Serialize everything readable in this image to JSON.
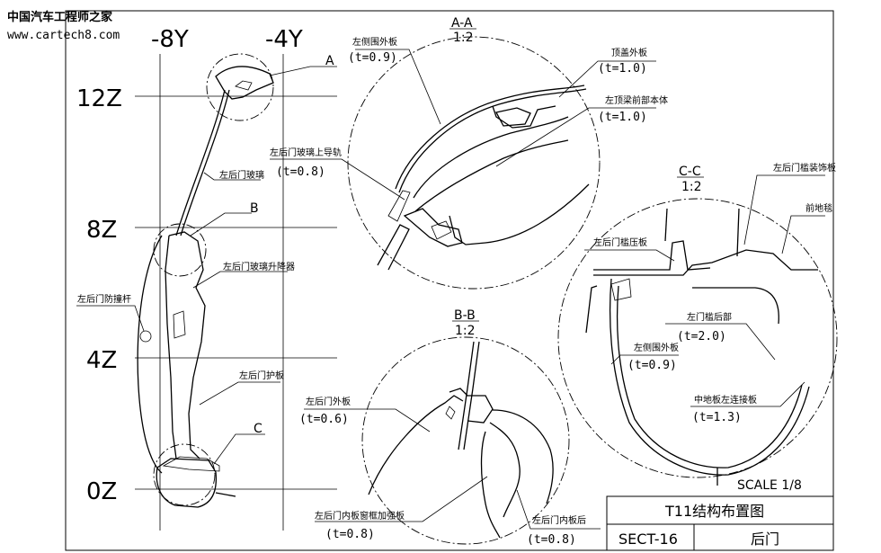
{
  "watermark": {
    "site_cn": "中国汽车工程师之家",
    "url": "www.cartech8.com"
  },
  "grid": {
    "y_labels": [
      "-8Y",
      "-4Y"
    ],
    "z_labels": [
      "12Z",
      "8Z",
      "4Z",
      "0Z"
    ]
  },
  "sections": {
    "a": {
      "name": "A-A",
      "scale": "1:2"
    },
    "b": {
      "name": "B-B",
      "scale": "1:2"
    },
    "c": {
      "name": "C-C",
      "scale": "1:2"
    }
  },
  "callouts": {
    "a": "A",
    "b": "B",
    "c": "C"
  },
  "left_labels": {
    "glass": "左后门玻璃",
    "regulator": "左后门玻璃升降器",
    "beam": "左后门防撞杆",
    "trim": "左后门护板"
  },
  "aa_labels": {
    "side_outer": {
      "name": "左侧围外板",
      "t": "(t=0.9)"
    },
    "roof": {
      "name": "顶盖外板",
      "t": "(t=1.0)"
    },
    "roof_rail": {
      "name": "左顶梁前部本体",
      "t": "(t=1.0)"
    },
    "upper_rail": {
      "name": "左后门玻璃上导轨",
      "t": "(t=0.8)"
    }
  },
  "bb_labels": {
    "outer": {
      "name": "左后门外板",
      "t": "(t=0.6)"
    },
    "reinf": {
      "name": "左后门内板窗框加强板",
      "t": "(t=0.8)"
    },
    "inner": {
      "name": "左后门内板后",
      "t": "(t=0.8)"
    }
  },
  "cc_labels": {
    "sill_trim": {
      "name": "左后门槛装饰板"
    },
    "carpet": {
      "name": "前地毯"
    },
    "sill_press": {
      "name": "左后门槛压板"
    },
    "sill_rear": {
      "name": "左门槛后部",
      "t": "(t=2.0)"
    },
    "side_outer": {
      "name": "左侧围外板",
      "t": "(t=0.9)"
    },
    "floor_conn": {
      "name": "中地板左连接板",
      "t": "(t=1.3)"
    }
  },
  "scale_note": "SCALE 1/8",
  "title_block": {
    "title": "T11结构布置图",
    "sheet": "SECT-16",
    "part": "后门"
  }
}
